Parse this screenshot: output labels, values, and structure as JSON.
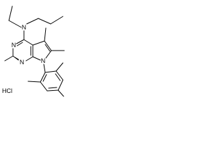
{
  "molecule": {
    "atom_labels": {
      "amine_n": "N",
      "ring_n_top": "N",
      "ring_n_bottom": "N",
      "pyrrole_n": "N"
    },
    "salt_label": "HCl"
  }
}
